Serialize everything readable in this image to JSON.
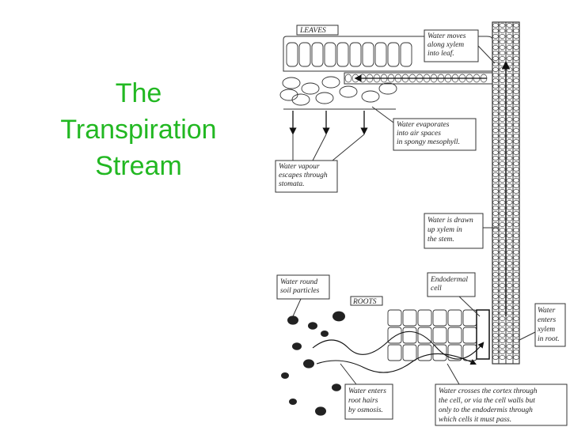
{
  "slide": {
    "title_lines": [
      "The",
      "Transpiration",
      "Stream"
    ]
  },
  "diagram": {
    "section_leaves": "LEAVES",
    "section_roots": "ROOTS",
    "labels": [
      {
        "id": "xylem_into_leaf",
        "lines": [
          "Water moves",
          "along xylem",
          "into leaf."
        ]
      },
      {
        "id": "evaporates",
        "lines": [
          "Water evaporates",
          "into air spaces",
          "in spongy mesophyll."
        ]
      },
      {
        "id": "vapour",
        "lines": [
          "Water vapour",
          "escapes through",
          "stomata."
        ]
      },
      {
        "id": "drawn_up",
        "lines": [
          "Water is drawn",
          "up xylem in",
          "the stem."
        ]
      },
      {
        "id": "soil",
        "lines": [
          "Water round",
          "soil particles"
        ]
      },
      {
        "id": "endodermal",
        "lines": [
          "Endodermal",
          "cell"
        ]
      },
      {
        "id": "enters_xylem",
        "lines": [
          "Water",
          "enters",
          "xylem",
          "in root."
        ]
      },
      {
        "id": "root_hairs",
        "lines": [
          "Water enters",
          "root hairs",
          "by osmosis."
        ]
      },
      {
        "id": "cortex",
        "lines": [
          "Water crosses the cortex through",
          "the cell, or via the cell walls but",
          "only to the endodermis through",
          "which cells it must pass."
        ]
      }
    ],
    "colors": {
      "title": "#22b822",
      "ink": "#222222"
    }
  }
}
